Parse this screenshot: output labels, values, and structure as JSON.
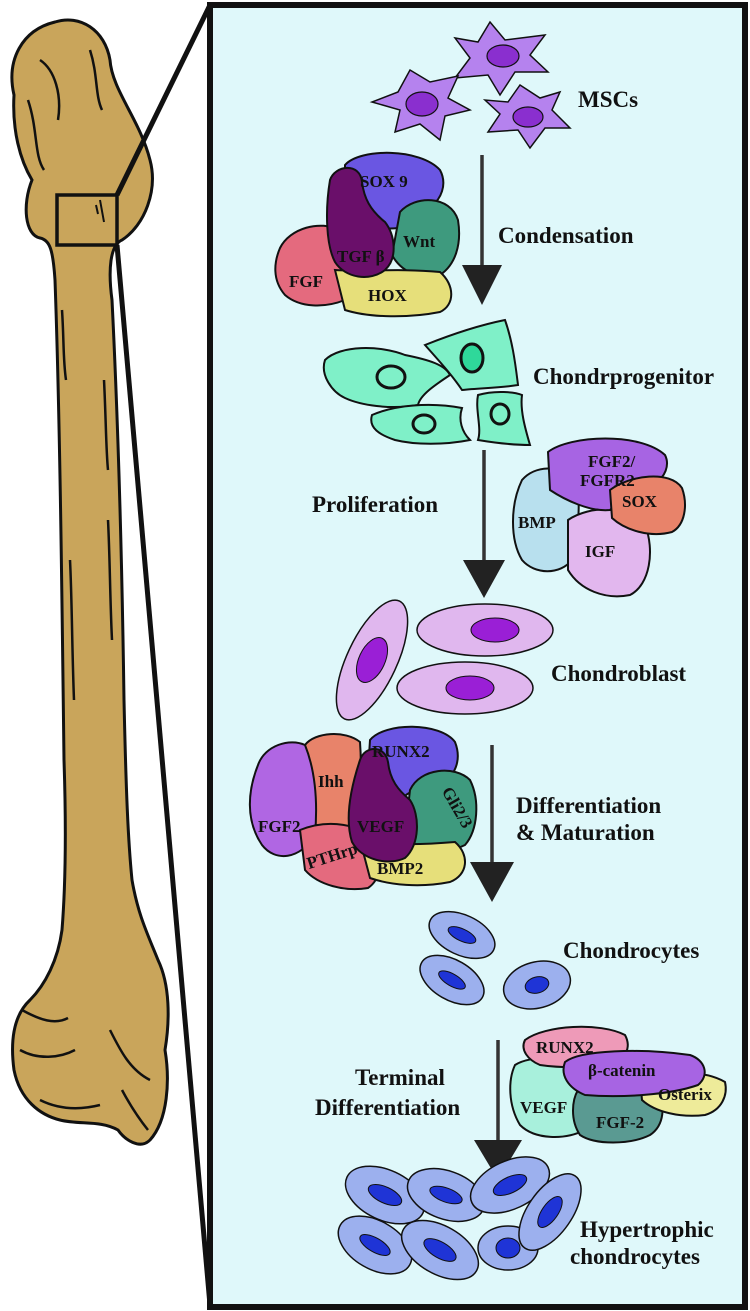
{
  "stages": [
    {
      "label": "MSCs"
    },
    {
      "label": "Chondrprogenitor"
    },
    {
      "label": "Chondroblast"
    },
    {
      "label": "Chondrocytes"
    },
    {
      "label": "Hypertrophic",
      "label2": "chondrocytes"
    }
  ],
  "transitions": [
    {
      "label": "Condensation"
    },
    {
      "label": "Proliferation"
    },
    {
      "label": "Differentiation",
      "label2": "& Maturation"
    },
    {
      "label": "Terminal",
      "label2": "Differentiation"
    }
  ],
  "factor_groups": [
    {
      "name": "condensation",
      "factors": [
        "SOX 9",
        "TGF β",
        "Wnt",
        "FGF",
        "HOX"
      ]
    },
    {
      "name": "proliferation",
      "factors": [
        "FGF2/",
        "FGFR2",
        "SOX",
        "BMP",
        "IGF"
      ]
    },
    {
      "name": "differentiation",
      "factors": [
        "RUNX2",
        "Ihh",
        "Gli2/3",
        "VEGF",
        "FGF2",
        "PTHrp",
        "BMP2"
      ]
    },
    {
      "name": "terminal",
      "factors": [
        "RUNX2",
        "β-catenin",
        "Osterix",
        "VEGF",
        "FGF-2"
      ]
    }
  ],
  "colors": {
    "bone": "#c9a55b",
    "panel_bg": "#dff8fa",
    "msc": "#b582ee",
    "progenitor": "#7ff0c8",
    "chondroblast": "#e0b7ee",
    "chondrocyte": "#9cb0ee",
    "nucleus_blue": "#1f34d6",
    "nucleus_purple": "#9a1fd6"
  }
}
